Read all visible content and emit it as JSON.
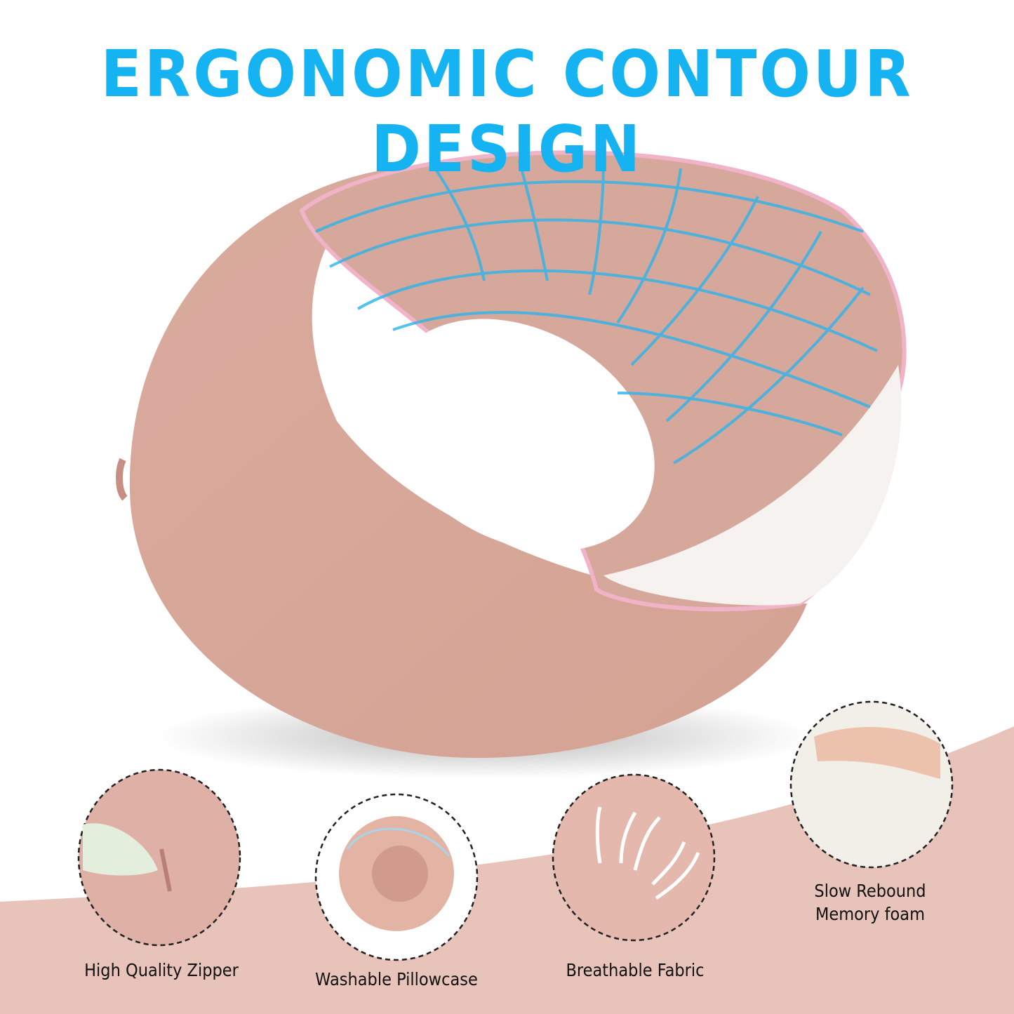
{
  "headline": "ERGONOMIC CONTOUR DESIGN",
  "colors": {
    "headline": "#16b3f2",
    "pillow": "#d8a79a",
    "piping": "#f0b3c8",
    "background_band": "#e8c3ba",
    "grid_lines": "#2ab4ec"
  },
  "features": [
    {
      "label": "High Quality Zipper",
      "icon": "zipper-closeup"
    },
    {
      "label": "Washable Pillowcase",
      "icon": "water-splash-rolled-pillow"
    },
    {
      "label": "Breathable Fabric",
      "icon": "airflow-arrows"
    },
    {
      "label_line1": "Slow Rebound",
      "label_line2": "Memory foam",
      "icon": "hand-on-memory-foam"
    }
  ]
}
